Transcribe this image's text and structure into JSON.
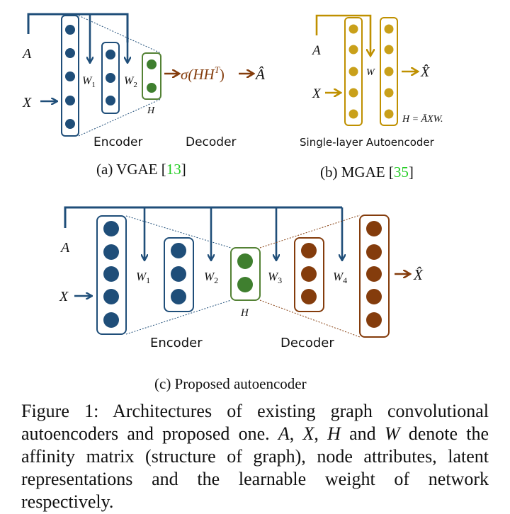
{
  "panel_a": {
    "label_A": "A",
    "label_X": "X",
    "label_W1": "W",
    "sub_W1": "1",
    "label_W2": "W",
    "sub_W2": "2",
    "label_H": "H",
    "sigma_text": "σ(HH",
    "sigma_sup": "T",
    "sigma_close": ")",
    "output": "Â",
    "encoder": "Encoder",
    "decoder": "Decoder",
    "caption_prefix": "(a) VGAE [",
    "caption_ref": "13",
    "caption_suffix": "]"
  },
  "panel_b": {
    "label_A": "A",
    "label_X": "X",
    "label_W": "W",
    "output": "X̂",
    "formula": "H = ĀXW.",
    "title": "Single-layer Autoencoder",
    "caption_prefix": "(b) MGAE [",
    "caption_ref": "35",
    "caption_suffix": "]"
  },
  "panel_c": {
    "label_A": "A",
    "label_X": "X",
    "label_W1": "W",
    "sub_W1": "1",
    "label_W2": "W",
    "sub_W2": "2",
    "label_W3": "W",
    "sub_W3": "3",
    "label_W4": "W",
    "sub_W4": "4",
    "label_H": "H",
    "output": "X̂",
    "encoder": "Encoder",
    "decoder": "Decoder",
    "caption": "(c) Proposed autoencoder"
  },
  "figure_caption": {
    "label": "Figure 1:",
    "text_1": " Architectures of existing graph convolutional autoencoders and proposed one. ",
    "A": "A",
    "sep1": ", ",
    "X": "X",
    "sep2": ", ",
    "H": "H",
    "sep3": " and ",
    "W": "W",
    "text_2": " denote the affinity matrix (structure of graph), node attributes, latent representations and the learnable weight of network respectively."
  },
  "colors": {
    "blue": "#1f4e79",
    "green": "#548235",
    "green_fill": "#3f7f2f",
    "brown": "#843c0c",
    "gold": "#bf9000",
    "gold_fill": "#c9a01a",
    "ref_green": "#22cc22"
  }
}
